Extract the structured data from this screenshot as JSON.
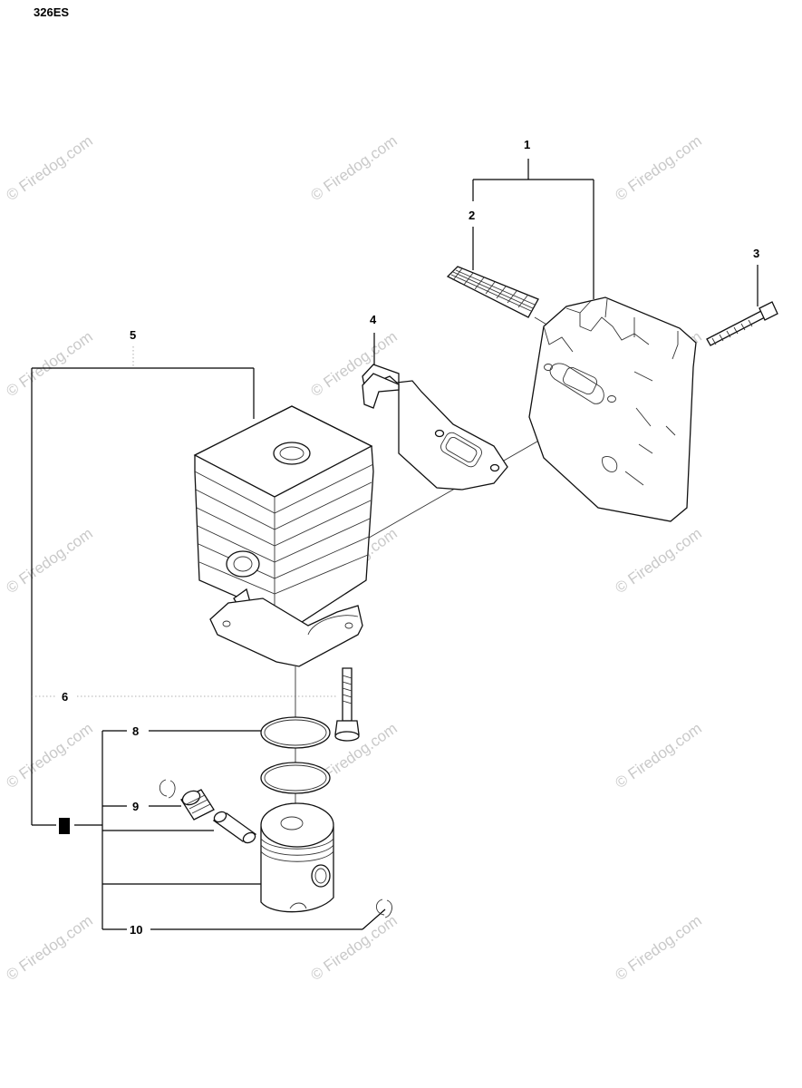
{
  "model": "326ES",
  "watermark": "© Firedog.com",
  "callouts": {
    "c1": "1",
    "c2": "2",
    "c3": "3",
    "c4": "4",
    "c5": "5",
    "c6": "6",
    "c8": "8",
    "c9": "9",
    "c10": "10"
  }
}
